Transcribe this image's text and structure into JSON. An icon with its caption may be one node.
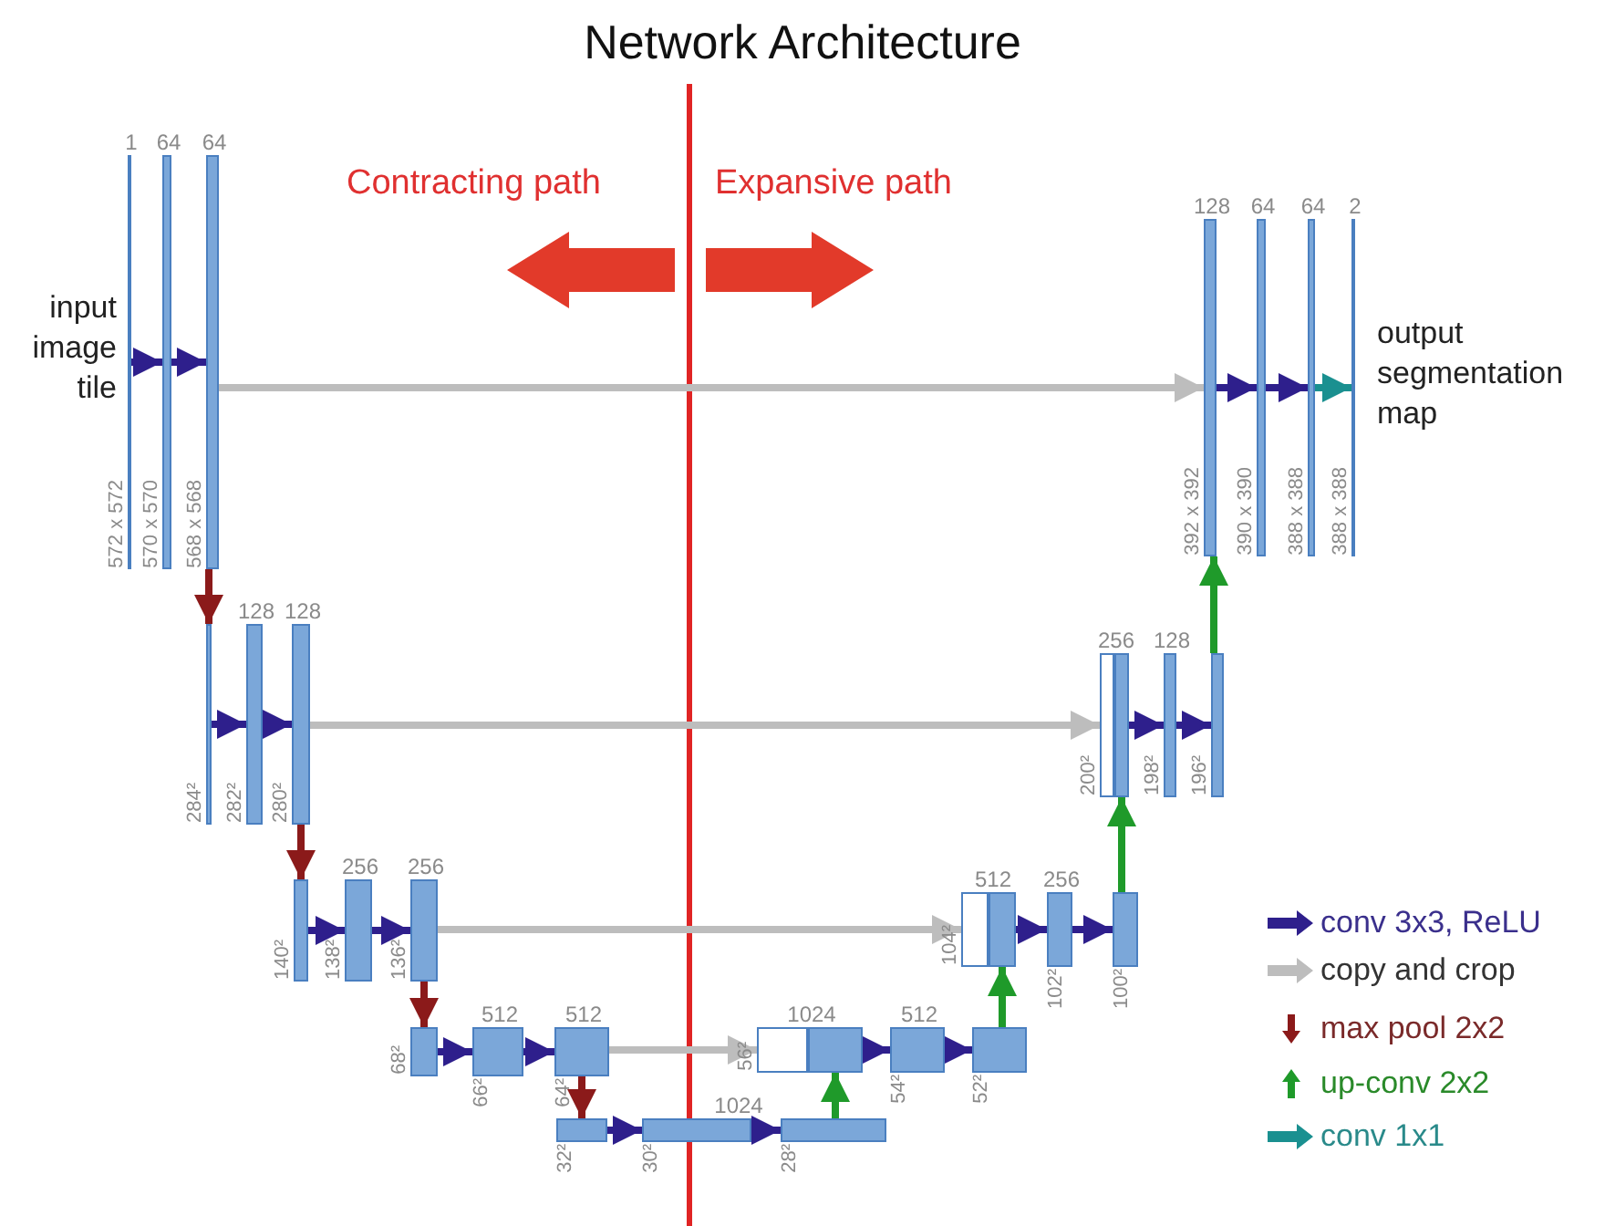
{
  "diagram": {
    "title": "Network Architecture",
    "nodes": [
      {
        "text": [
          "1"
        ],
        "beside": [
          "572 x 572"
        ]
      },
      {
        "text": [
          "64"
        ],
        "beside": [
          "570 x 570"
        ]
      },
      {
        "text": [
          "64"
        ],
        "beside": [
          "568 x 568"
        ]
      },
      {
        "text": [],
        "shape": "bar",
        "beside": [
          "284²"
        ]
      },
      {
        "text": [
          "128"
        ],
        "beside": [
          "282²"
        ]
      },
      {
        "text": [
          "128"
        ],
        "beside": [
          "280²"
        ]
      },
      {
        "text": [],
        "shape": "bar",
        "beside": [
          "140²"
        ]
      },
      {
        "text": [
          "256"
        ],
        "beside": [
          "138²"
        ]
      },
      {
        "text": [
          "256"
        ],
        "beside": [
          "136²"
        ]
      },
      {
        "text": [],
        "shape": "bar",
        "beside": [
          "68²"
        ]
      },
      {
        "text": [
          "512"
        ],
        "beside": [
          "66²"
        ]
      },
      {
        "text": [
          "512"
        ],
        "beside": [
          "64²"
        ]
      },
      {
        "text": [],
        "shape": "bar",
        "beside": [
          "32²"
        ]
      },
      {
        "text": [
          "1024"
        ],
        "beside": [
          "30²"
        ]
      },
      {
        "text": [],
        "shape": "bar",
        "beside": [
          "28²"
        ]
      },
      {
        "text": [],
        "shape": "box",
        "beside": [
          "56²"
        ]
      },
      {
        "text": [
          "1024"
        ]
      },
      {
        "text": [
          "512"
        ],
        "beside": [
          "54²"
        ]
      },
      {
        "text": [],
        "shape": "bar",
        "beside": [
          "52²"
        ]
      },
      {
        "text": [],
        "shape": "box",
        "beside": [
          "104²"
        ]
      },
      {
        "text": [
          "512"
        ]
      },
      {
        "text": [
          "256"
        ],
        "beside": [
          "102²"
        ]
      },
      {
        "text": [],
        "shape": "bar",
        "beside": [
          "100²"
        ]
      },
      {
        "text": [],
        "shape": "box",
        "beside": [
          "200²"
        ]
      },
      {
        "text": [
          "256"
        ]
      },
      {
        "text": [
          "128"
        ],
        "beside": [
          "198²"
        ]
      },
      {
        "text": [],
        "shape": "bar",
        "beside": [
          "196²"
        ]
      },
      {
        "text": [
          "128"
        ],
        "beside": [
          "392 x 392"
        ]
      },
      {
        "text": [
          "64"
        ],
        "beside": [
          "390 x 390"
        ]
      },
      {
        "text": [
          "64"
        ],
        "beside": [
          "388 x 388"
        ]
      },
      {
        "text": [
          "2"
        ],
        "beside": [
          "388 x 388"
        ]
      }
    ],
    "edges": [
      {
        "from": 0,
        "to": 1,
        "arrow": "to"
      },
      {
        "from": 1,
        "to": 2,
        "arrow": "to"
      },
      {
        "from": 3,
        "to": 4,
        "arrow": "to"
      },
      {
        "from": 4,
        "to": 5,
        "arrow": "to"
      },
      {
        "from": 6,
        "to": 7,
        "arrow": "to"
      },
      {
        "from": 7,
        "to": 8,
        "arrow": "to"
      },
      {
        "from": 9,
        "to": 10,
        "arrow": "to"
      },
      {
        "from": 10,
        "to": 11,
        "arrow": "to"
      },
      {
        "from": 12,
        "to": 13,
        "arrow": "to"
      },
      {
        "from": 13,
        "to": 14,
        "arrow": "to"
      },
      {
        "from": 16,
        "to": 17,
        "arrow": "to"
      },
      {
        "from": 17,
        "to": 18,
        "arrow": "to"
      },
      {
        "from": 20,
        "to": 21,
        "arrow": "to"
      },
      {
        "from": 21,
        "to": 22,
        "arrow": "to"
      },
      {
        "from": 24,
        "to": 25,
        "arrow": "to"
      },
      {
        "from": 25,
        "to": 26,
        "arrow": "to"
      },
      {
        "from": 27,
        "to": 28,
        "arrow": "to"
      },
      {
        "from": 28,
        "to": 29,
        "arrow": "to"
      },
      {
        "from": 29,
        "to": 30,
        "arrow": "to",
        "color": "#1a9090"
      },
      {
        "from": 2,
        "to": 3,
        "arrow": "to",
        "color": "#8b1a1a"
      },
      {
        "from": 5,
        "to": 6,
        "arrow": "to",
        "color": "#8b1a1a"
      },
      {
        "from": 8,
        "to": 9,
        "arrow": "to",
        "color": "#8b1a1a"
      },
      {
        "from": 11,
        "to": 12,
        "arrow": "to",
        "color": "#8b1a1a"
      },
      {
        "from": 14,
        "to": 16,
        "arrow": "to",
        "color": "#1f9a2a"
      },
      {
        "from": 18,
        "to": 20,
        "arrow": "to",
        "color": "#1f9a2a"
      },
      {
        "from": 22,
        "to": 24,
        "arrow": "to",
        "color": "#1f9a2a"
      },
      {
        "from": 26,
        "to": 27,
        "arrow": "to",
        "color": "#1f9a2a"
      },
      {
        "from": 2,
        "to": 27,
        "arrow": "to",
        "color": "#bdbdbd"
      },
      {
        "from": 5,
        "to": 23,
        "arrow": "to",
        "color": "#bdbdbd"
      },
      {
        "from": 8,
        "to": 19,
        "arrow": "to",
        "color": "#bdbdbd"
      },
      {
        "from": 11,
        "to": 15,
        "arrow": "to",
        "color": "#bdbdbd"
      }
    ],
    "labels": [
      "Contracting path",
      "Expansive path",
      "input image tile",
      "output segmentation map"
    ],
    "legend": [
      {
        "text": "conv 3x3, ReLU"
      },
      {
        "text": "copy and crop"
      },
      {
        "text": "max pool 2x2"
      },
      {
        "text": "up-conv 2x2"
      },
      {
        "text": "conv 1x1"
      }
    ]
  }
}
